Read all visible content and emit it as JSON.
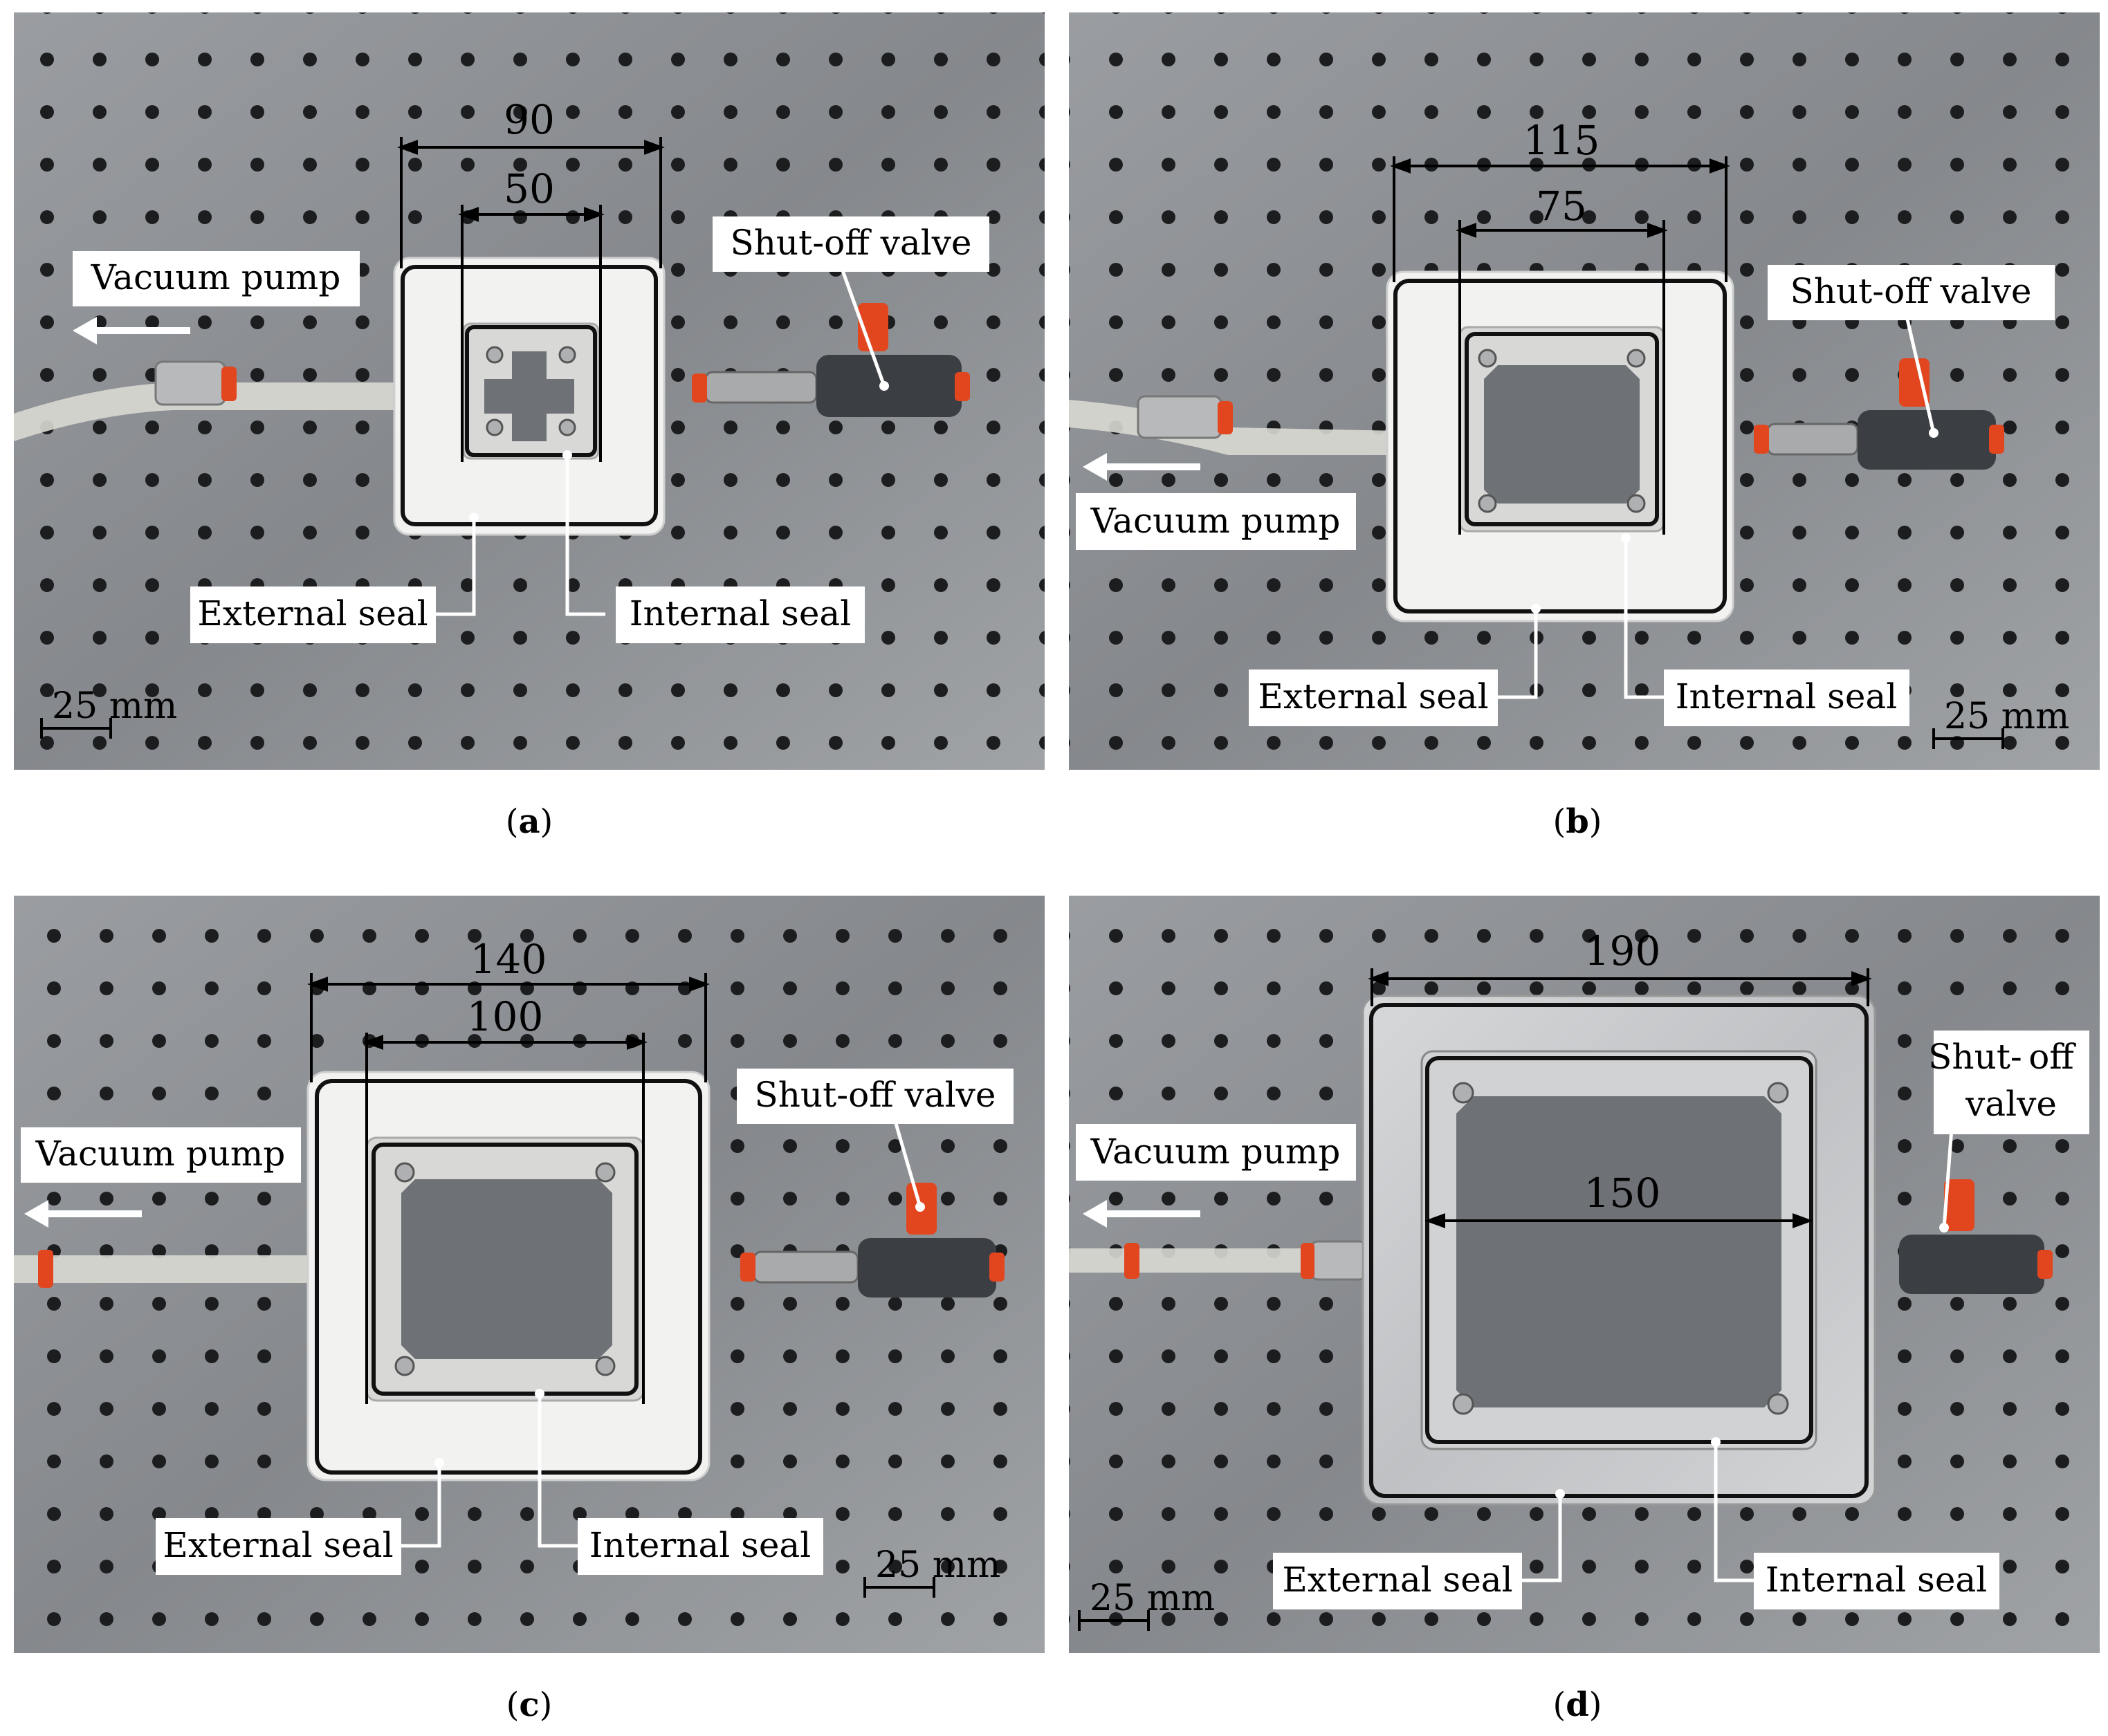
{
  "colors": {
    "plate": "#8f9296",
    "plate_dark": "#6e7176",
    "hole": "#1c1d1f",
    "label_bg": "#ffffff",
    "white_fixture": "#f2f2f0",
    "aluminium_fixture": "#c9cbcd",
    "seal": "#111111",
    "tube": "#dcdcd6",
    "connector_red": "#e2461f",
    "valve_body": "#3b3f44"
  },
  "panels": [
    {
      "id": "a",
      "caption": "a",
      "dims": [
        "90",
        "50"
      ],
      "labels": {
        "vacuum_pump": "Vacuum pump",
        "shut_off_valve": "Shut-off valve",
        "external_seal": "External seal",
        "internal_seal": "Internal seal",
        "scale": "25 mm"
      }
    },
    {
      "id": "b",
      "caption": "b",
      "dims": [
        "115",
        "75"
      ],
      "labels": {
        "vacuum_pump": "Vacuum pump",
        "shut_off_valve": "Shut-off valve",
        "external_seal": "External seal",
        "internal_seal": "Internal seal",
        "scale": "25 mm"
      }
    },
    {
      "id": "c",
      "caption": "c",
      "dims": [
        "140",
        "100"
      ],
      "labels": {
        "vacuum_pump": "Vacuum pump",
        "shut_off_valve": "Shut-off valve",
        "external_seal": "External seal",
        "internal_seal": "Internal seal",
        "scale": "25 mm"
      }
    },
    {
      "id": "d",
      "caption": "d",
      "dims": [
        "190",
        "150"
      ],
      "labels": {
        "vacuum_pump": "Vacuum pump",
        "shut_off_valve_line1": "Shut-",
        "shut_off_valve_line2": "off",
        "shut_off_valve_line3": "valve",
        "external_seal": "External seal",
        "internal_seal": "Internal seal",
        "scale": "25 mm"
      }
    }
  ]
}
